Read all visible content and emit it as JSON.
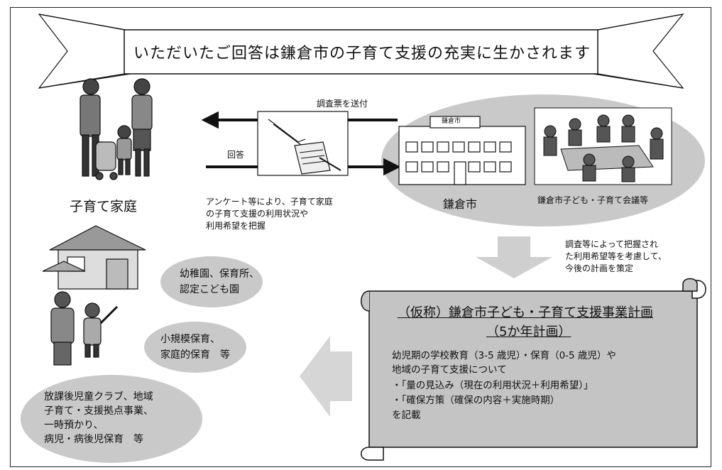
{
  "banner": {
    "title": "いただいたご回答は鎌倉市の子育て支援の充実に生かされます"
  },
  "flow": {
    "send_label": "調査票を送付",
    "answer_label": "回答",
    "family_label": "子育て家庭",
    "city_label": "鎌倉市",
    "council_label": "鎌倉市子ども・子育て会議等",
    "survey_desc": [
      "アンケート等により、子育て家庭",
      "の子育て支援の利用状況や",
      "利用希望を把握"
    ],
    "plan_note": [
      "調査等によって把握され",
      "た利用希望等を考慮して、",
      "今後の計画を策定"
    ]
  },
  "services": {
    "kindergarten": [
      "幼稚園、保育所、",
      "認定こども園"
    ],
    "small_scale": [
      "小規模保育、",
      "家庭的保育　等"
    ],
    "after_school": [
      "放課後児童クラブ、地域",
      "子育て・支援拠点事業、",
      "一時預かり、",
      "病児・病後児保育　等"
    ]
  },
  "plan": {
    "title_line1": "（仮称）鎌倉市子ども・子育て支援事業計画",
    "title_line2": "（5か年計画）",
    "body": [
      "幼児期の学校教育（3-5 歳児）・保育（0-5 歳児）や",
      "地域の子育て支援について",
      "・「量の見込み（現在の利用状況＋利用希望）」",
      "・「確保方策（確保の内容＋実施時期）",
      "を記載"
    ]
  },
  "building": {
    "sign": "鎌倉市"
  },
  "colors": {
    "oval_fill": "#c9c9c9",
    "oval_fill_light": "#d4d4d4",
    "scroll_fill": "#c4c4c4",
    "arrow_fill": "#cfcfcf",
    "line": "#111111"
  }
}
